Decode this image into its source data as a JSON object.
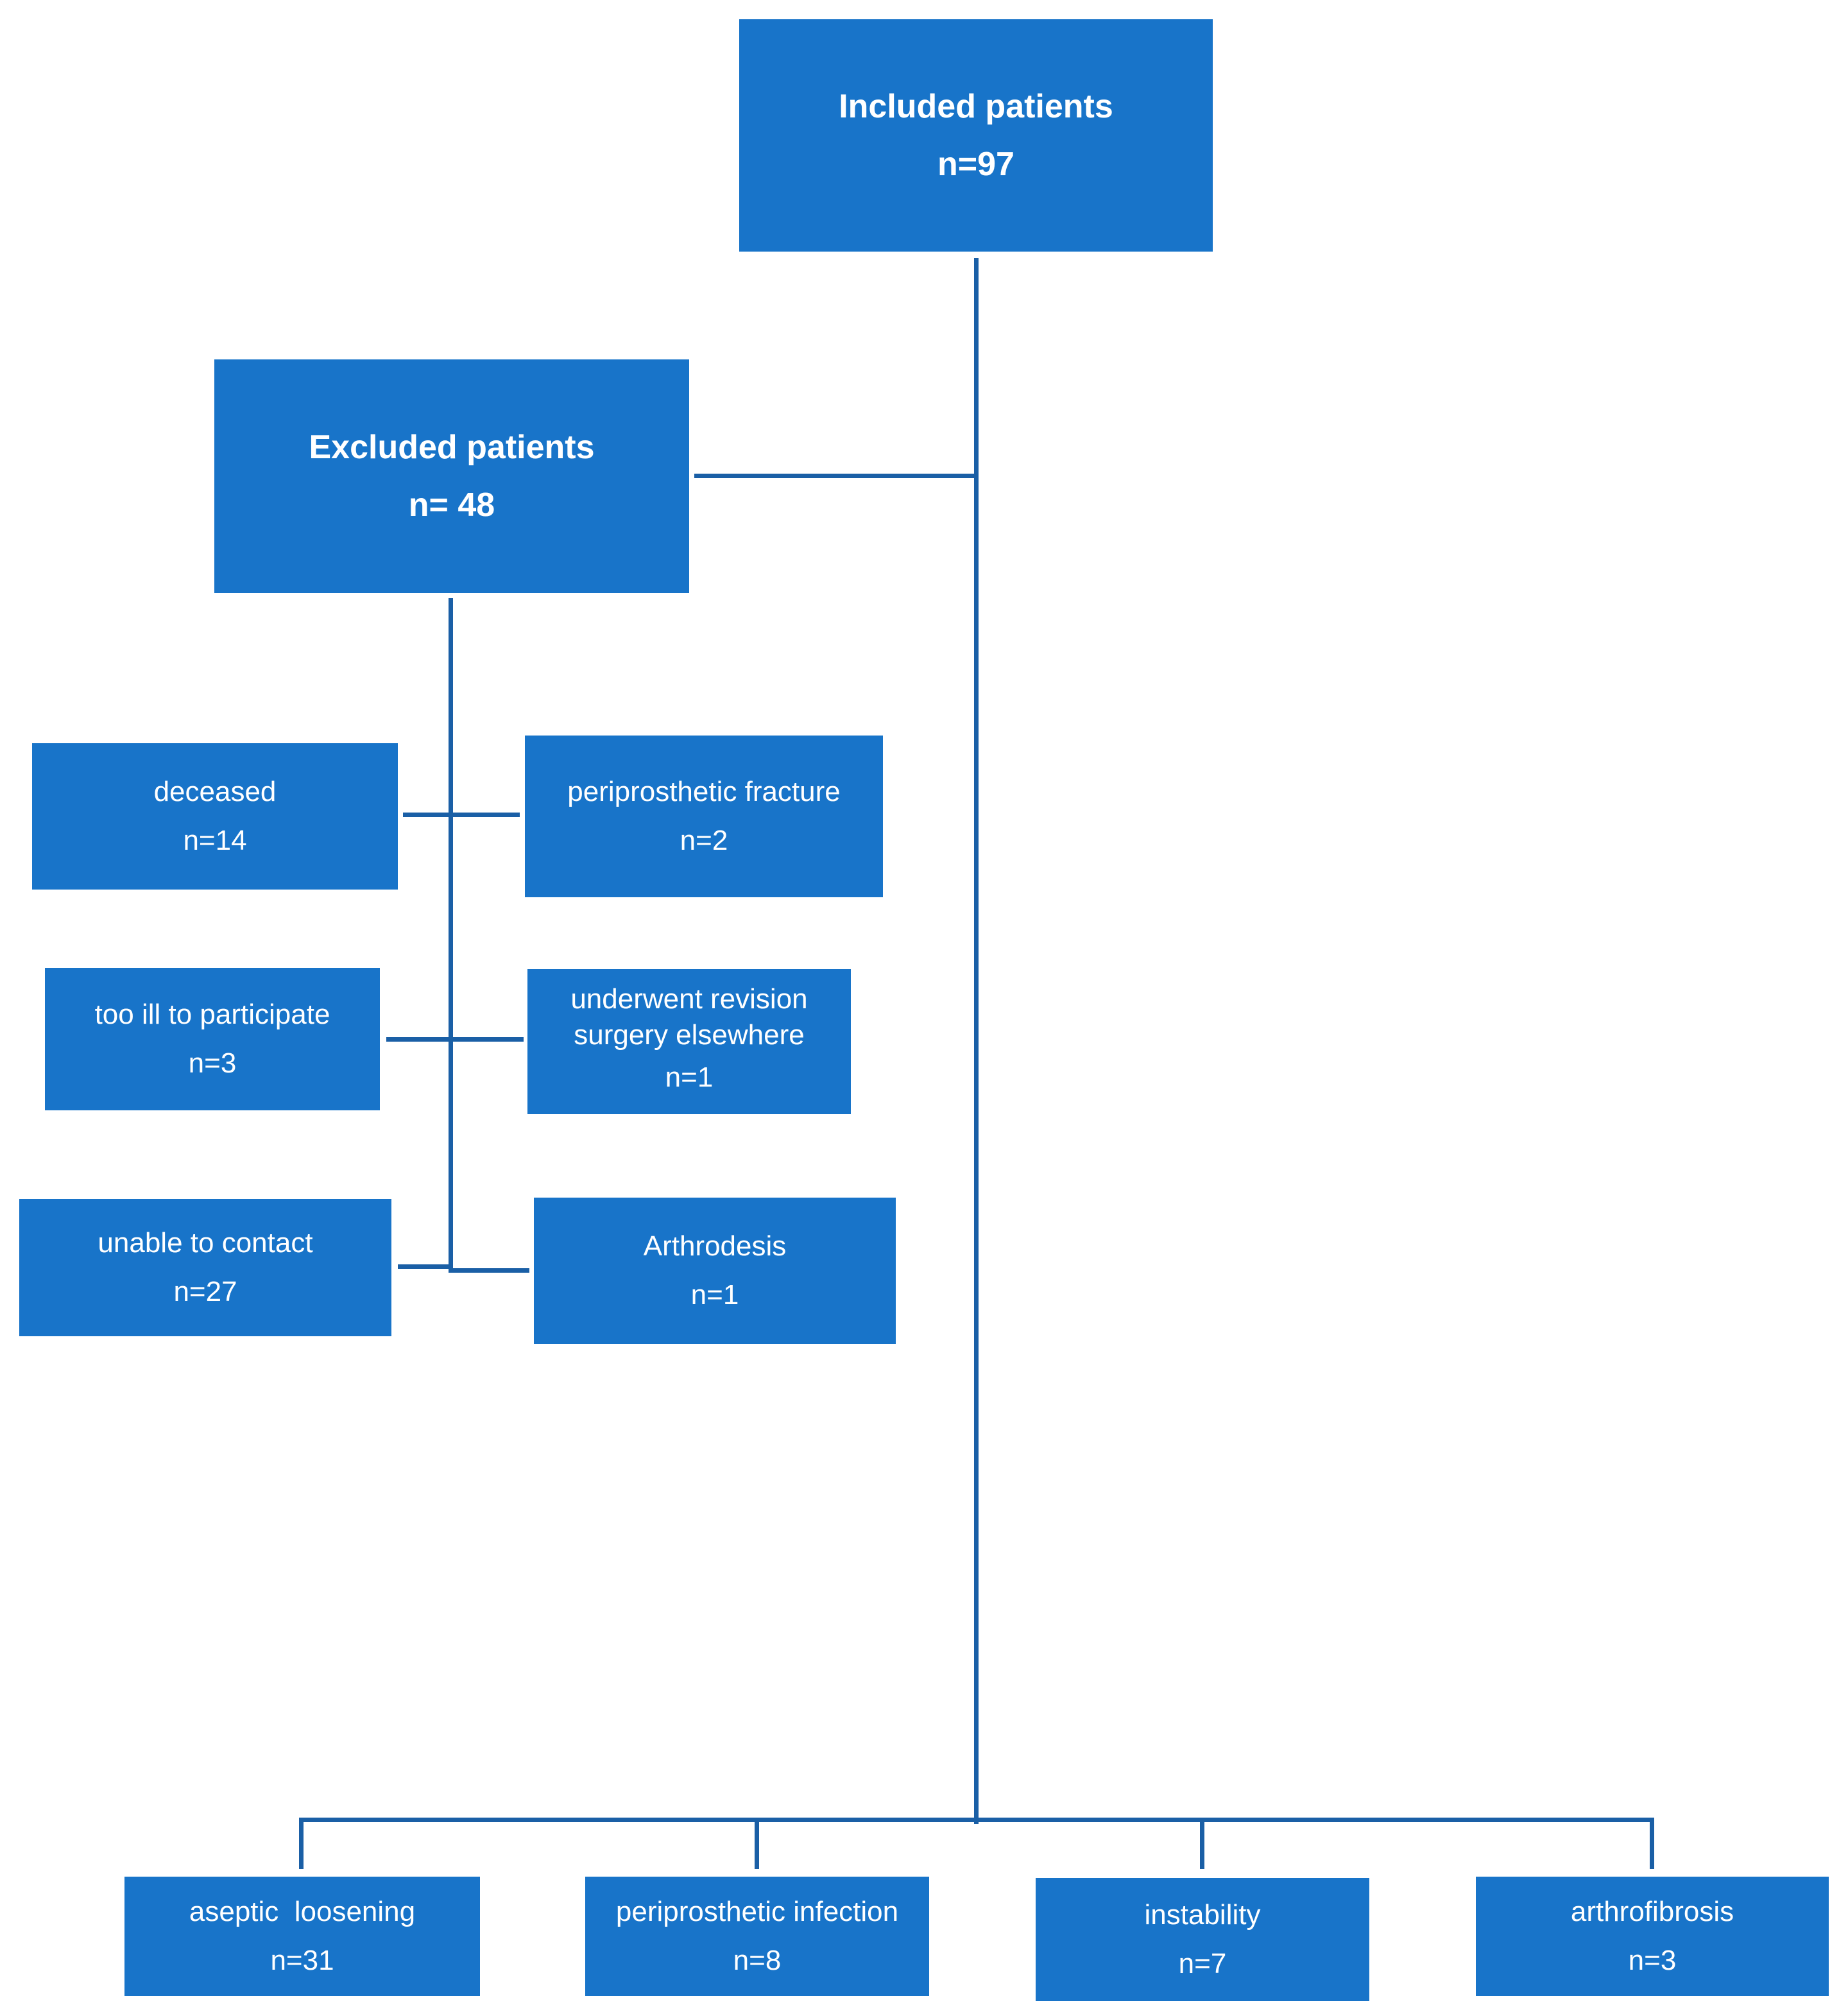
{
  "included": {
    "label": "Included patients",
    "count": "n=97"
  },
  "excluded": {
    "label": "Excluded patients",
    "count": "n= 48"
  },
  "exclusion_reasons": [
    {
      "label": "deceased",
      "count": "n=14"
    },
    {
      "label": "periprosthetic fracture",
      "count": "n=2"
    },
    {
      "label": "too ill to participate",
      "count": "n=3"
    },
    {
      "label": "underwent revision\nsurgery elsewhere",
      "count": "n=1"
    },
    {
      "label": "unable to contact",
      "count": "n=27"
    },
    {
      "label": "Arthrodesis",
      "count": "n=1"
    }
  ],
  "revision_reasons": [
    {
      "label": "aseptic  loosening",
      "count": "n=31"
    },
    {
      "label": "periprosthetic infection",
      "count": "n=8"
    },
    {
      "label": "instability",
      "count": "n=7"
    },
    {
      "label": "arthrofibrosis",
      "count": "n=3"
    }
  ],
  "colors": {
    "box_fill": "#1874c9",
    "connector": "#1a5fa6",
    "text": "#ffffff"
  }
}
